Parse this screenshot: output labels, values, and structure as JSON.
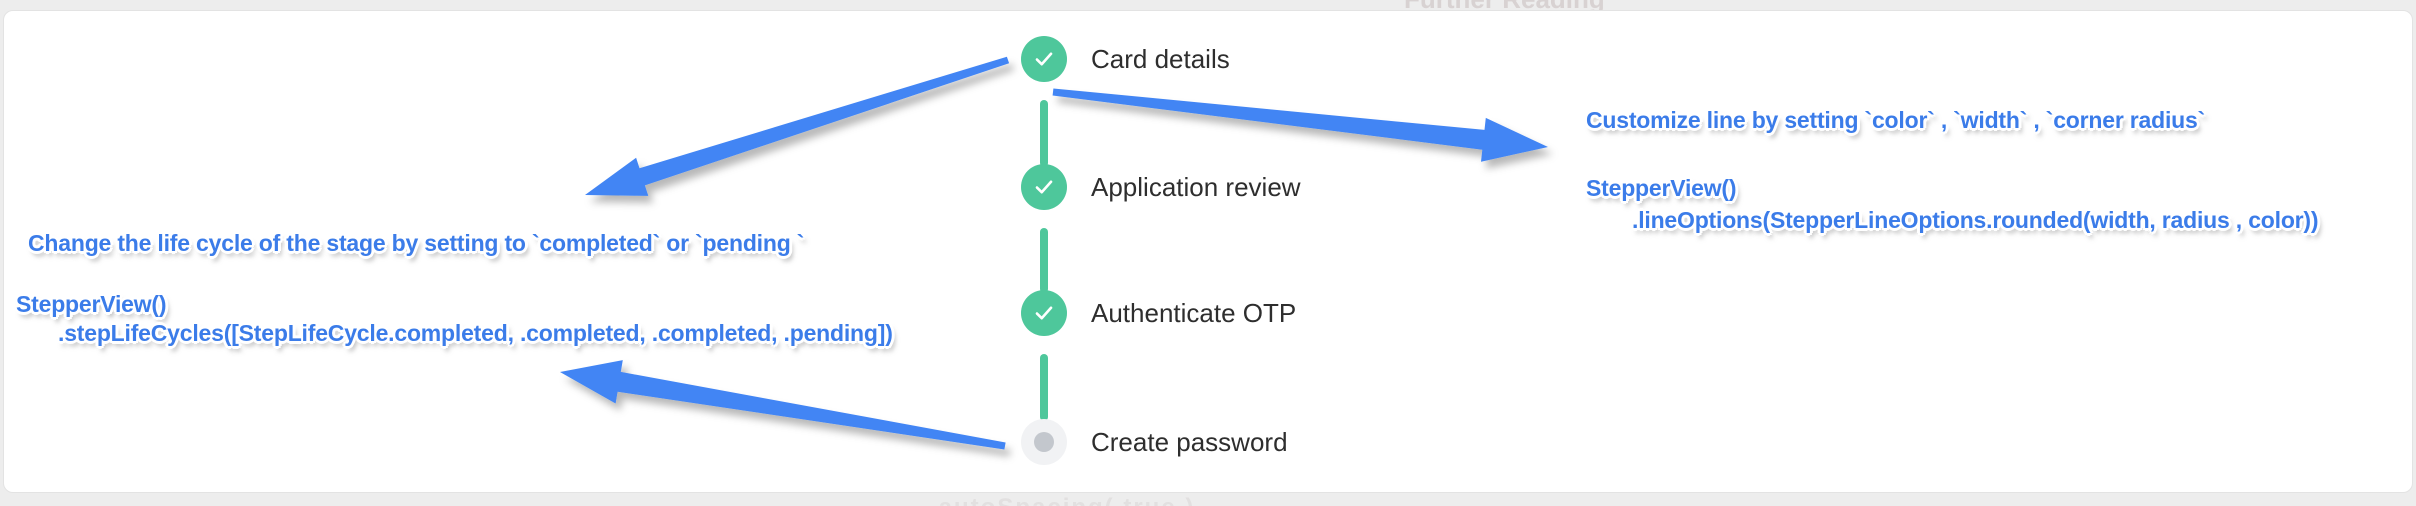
{
  "colors": {
    "accent_blue": "#4285F4",
    "annotation_blue": "#3B7CE9",
    "step_green": "#4EC79B",
    "pending_circle_bg": "#F1F2F4",
    "pending_dot": "#C3C7CD",
    "page_bg": "#EDEDED",
    "card_bg": "#FFFFFF",
    "step_label_color": "#2E2E2E"
  },
  "page": {
    "top_clipped_text": "Further Reading",
    "bottom_clipped_text": ".autoSpacing( true )"
  },
  "stepper": {
    "steps": [
      {
        "label": "Card details",
        "state": "completed",
        "icon": "check-icon"
      },
      {
        "label": "Application review",
        "state": "completed",
        "icon": "check-icon"
      },
      {
        "label": "Authenticate OTP",
        "state": "completed",
        "icon": "check-icon"
      },
      {
        "label": "Create password",
        "state": "pending",
        "icon": "pending-dot-icon"
      }
    ]
  },
  "annotations": {
    "left": {
      "caption": "Change the life cycle of the stage by setting to `completed` or `pending `",
      "code_line1": "StepperView()",
      "code_line2": ".stepLifeCycles([StepLifeCycle.completed, .completed, .completed, .pending])"
    },
    "right": {
      "caption": "Customize line by setting  `color` , `width` , `corner radius`",
      "code_line1": "StepperView()",
      "code_line2": ".lineOptions(StepperLineOptions.rounded(width, radius , color))"
    }
  }
}
